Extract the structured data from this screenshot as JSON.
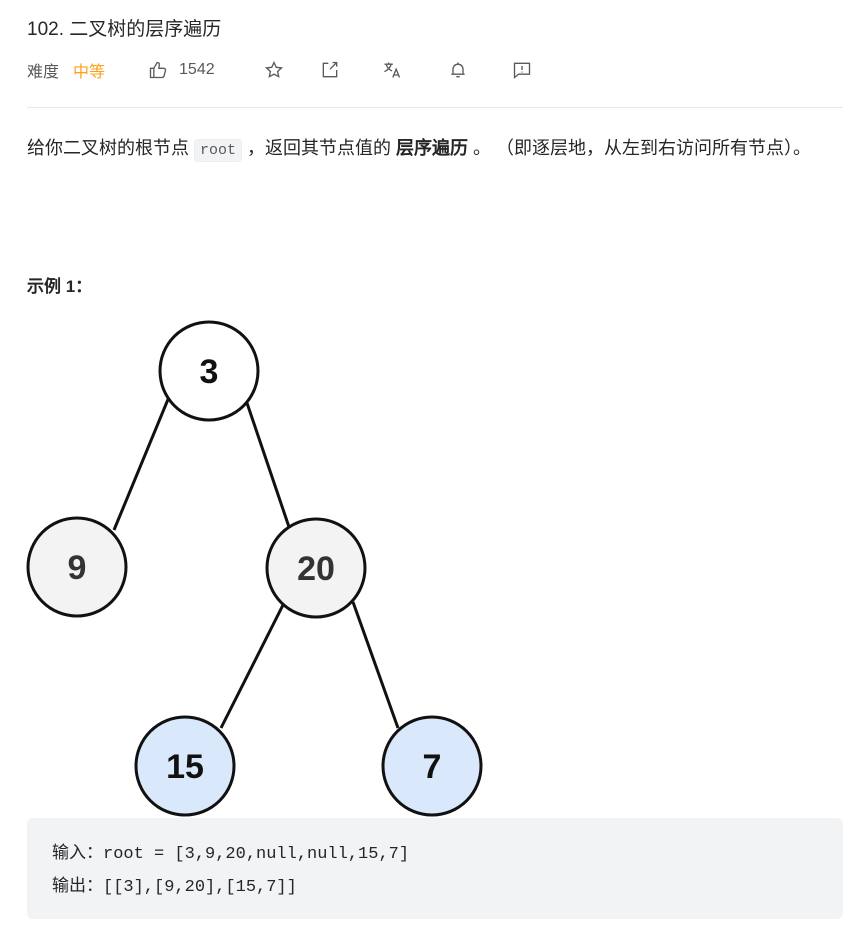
{
  "title": "102. 二叉树的层序遍历",
  "difficulty_label": "难度",
  "difficulty": "中等",
  "likes": "1542",
  "description": {
    "p1": "给你二叉树的根节点 ",
    "code": "root",
    "p2": " ，返回其节点值的 ",
    "bold": "层序遍历",
    "p3": " 。 （即逐层地，从左到右访问所有节点）。"
  },
  "example_title": "示例 1：",
  "tree": {
    "nodes": [
      "3",
      "9",
      "20",
      "15",
      "7"
    ]
  },
  "example": {
    "input": "输入：root = [3,9,20,null,null,15,7]",
    "output": "输出：[[3],[9,20],[15,7]]"
  }
}
